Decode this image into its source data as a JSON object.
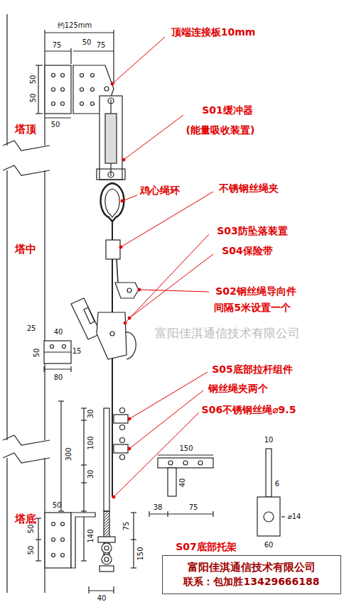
{
  "diagram": {
    "nodes": [
      {
        "text": [
          "富阳佳淇通信技术有限公司",
          "联系：包加胜13429666188"
        ]
      }
    ],
    "labels": [
      "约125mm",
      "75",
      "50",
      "75",
      "50",
      "50",
      "50",
      "顶端连接板10mm",
      "塔顶",
      "S01缓冲器",
      "(能量吸收装置)",
      "鸡心绳环",
      "不锈钢丝绳夹",
      "S03防坠落装置",
      "S04保险带",
      "塔中",
      "S02钢丝绳导向件",
      "间隔5米设置一个",
      "富阳佳淇通信技术有限公司",
      "25",
      "40",
      "50",
      "15",
      "80",
      "S05底部拉杆组件",
      "钢丝绳夹两个",
      "S06不锈钢丝绳⌀9.5",
      "30",
      "100",
      "30",
      "300",
      "140",
      "150",
      "10",
      "6",
      "40",
      "38",
      "75",
      "⌀14",
      "60",
      "S07底部托架",
      "塔底",
      "50",
      "50",
      "50",
      "75",
      "150",
      "40"
    ]
  }
}
